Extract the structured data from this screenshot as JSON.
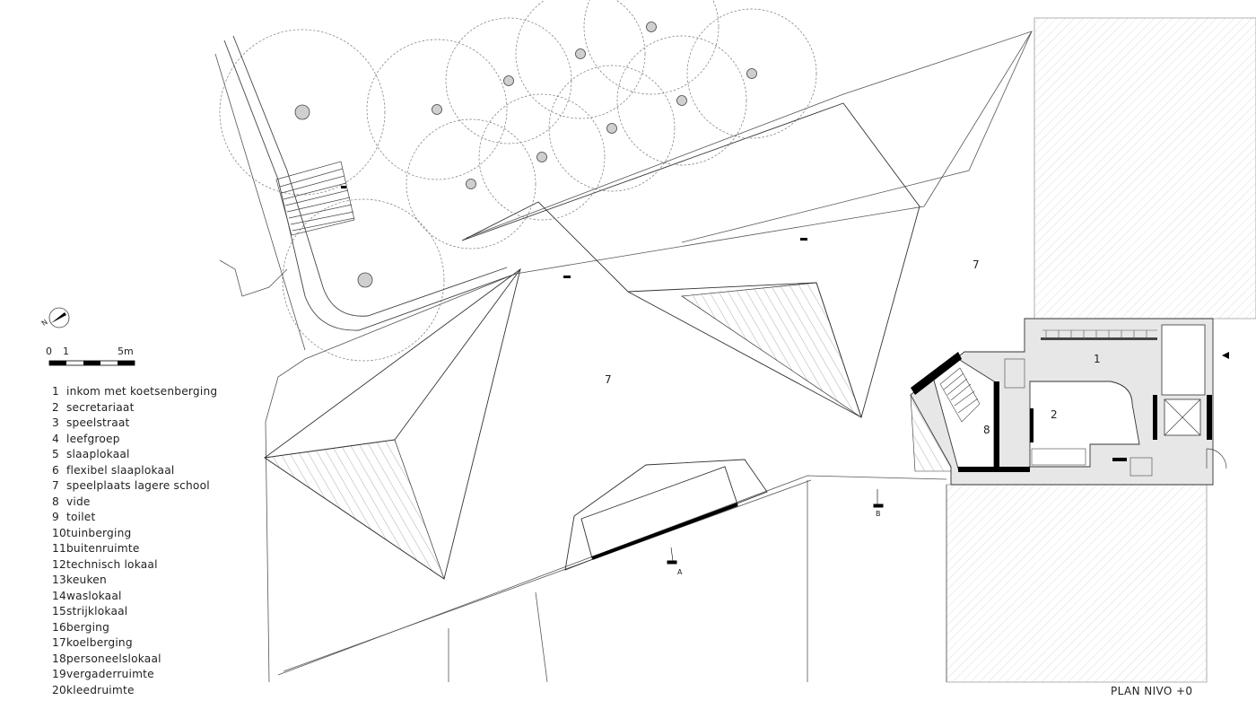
{
  "title": "PLAN NIVO +0",
  "scale": {
    "labels": [
      "0",
      "1",
      "5m"
    ]
  },
  "legend": [
    {
      "num": "1",
      "label": "inkom met koetsenberging"
    },
    {
      "num": "2",
      "label": "secretariaat"
    },
    {
      "num": "3",
      "label": "speelstraat"
    },
    {
      "num": "4",
      "label": "leefgroep"
    },
    {
      "num": "5",
      "label": "slaaplokaal"
    },
    {
      "num": "6",
      "label": "flexibel slaaplokaal"
    },
    {
      "num": "7",
      "label": "speelplaats lagere school"
    },
    {
      "num": "8",
      "label": "vide"
    },
    {
      "num": "9",
      "label": "toilet"
    },
    {
      "num": "10",
      "label": "tuinberging"
    },
    {
      "num": "11",
      "label": "buitenruimte"
    },
    {
      "num": "12",
      "label": "technisch lokaal"
    },
    {
      "num": "13",
      "label": "keuken"
    },
    {
      "num": "14",
      "label": "waslokaal"
    },
    {
      "num": "15",
      "label": "strijklokaal"
    },
    {
      "num": "16",
      "label": "berging"
    },
    {
      "num": "17",
      "label": "koelberging"
    },
    {
      "num": "18",
      "label": "personeelslokaal"
    },
    {
      "num": "19",
      "label": "vergaderruimte"
    },
    {
      "num": "20",
      "label": "kleedruimte"
    }
  ],
  "rooms": [
    {
      "id": "r7a",
      "label": "7"
    },
    {
      "id": "r7b",
      "label": "7"
    },
    {
      "id": "r1",
      "label": "1"
    },
    {
      "id": "r2",
      "label": "2"
    },
    {
      "id": "r8",
      "label": "8"
    }
  ],
  "sections": [
    {
      "id": "secA",
      "label": "A"
    },
    {
      "id": "secB",
      "label": "B"
    }
  ],
  "north": {
    "label": "N"
  }
}
